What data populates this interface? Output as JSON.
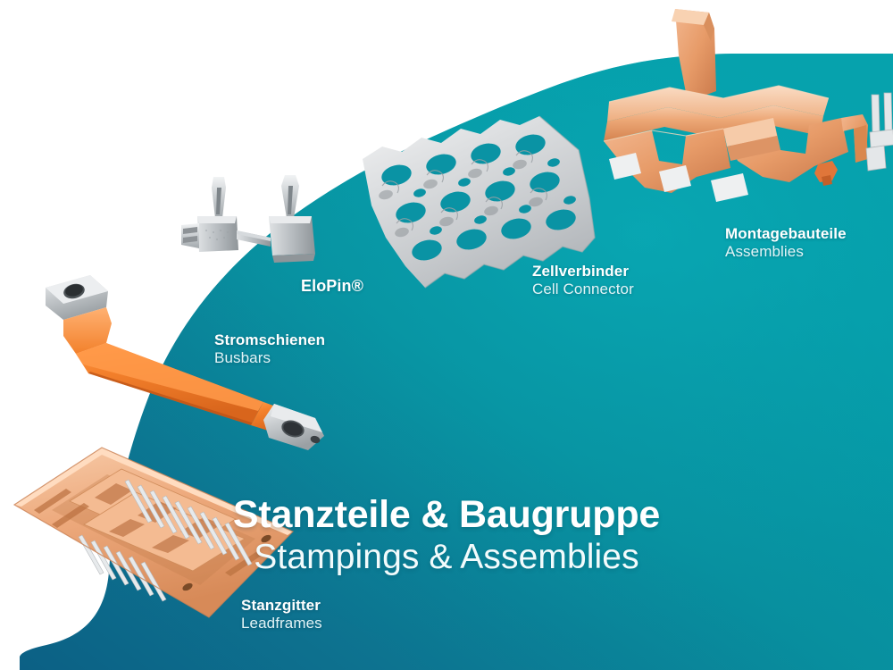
{
  "theme": {
    "teal_light": "#07a0ad",
    "teal_mid": "#0a93a4",
    "teal_dark": "#0b6c8a",
    "headline_white": "#ffffff",
    "headline_sub": "#f2fbfc",
    "copper": "#e8a274",
    "orange": "#f07d28",
    "steel": "#c9cdd0",
    "background": "#ffffff"
  },
  "headline": {
    "title_de": "Stanzteile & Baugruppe",
    "title_en": "Stampings & Assemblies"
  },
  "labels": [
    {
      "id": "elopin",
      "de": "EloPin®",
      "en": ""
    },
    {
      "id": "busbar",
      "de": "Stromschienen",
      "en": "Busbars"
    },
    {
      "id": "cell",
      "de": "Zellverbinder",
      "en": "Cell Connector"
    },
    {
      "id": "assembly",
      "de": "Montagebauteile",
      "en": "Assemblies"
    },
    {
      "id": "leadframe",
      "de": "Stanzgitter",
      "en": "Leadframes"
    }
  ],
  "products": [
    {
      "id": "busbar",
      "name": "busbar-photo",
      "material": "orange-insulated copper bar with steel eyelet terminals"
    },
    {
      "id": "leadframe",
      "name": "leadframe-photo",
      "material": "copper stamped leadframe with silver pins"
    },
    {
      "id": "elopin",
      "name": "elopin-photo",
      "material": "two steel press-fit pin contacts"
    },
    {
      "id": "cell",
      "name": "cell-connector-photo",
      "material": "perforated silver sheet strip"
    },
    {
      "id": "assembly",
      "name": "assembly-photo",
      "material": "formed copper assembly with tin-plated pads"
    }
  ]
}
